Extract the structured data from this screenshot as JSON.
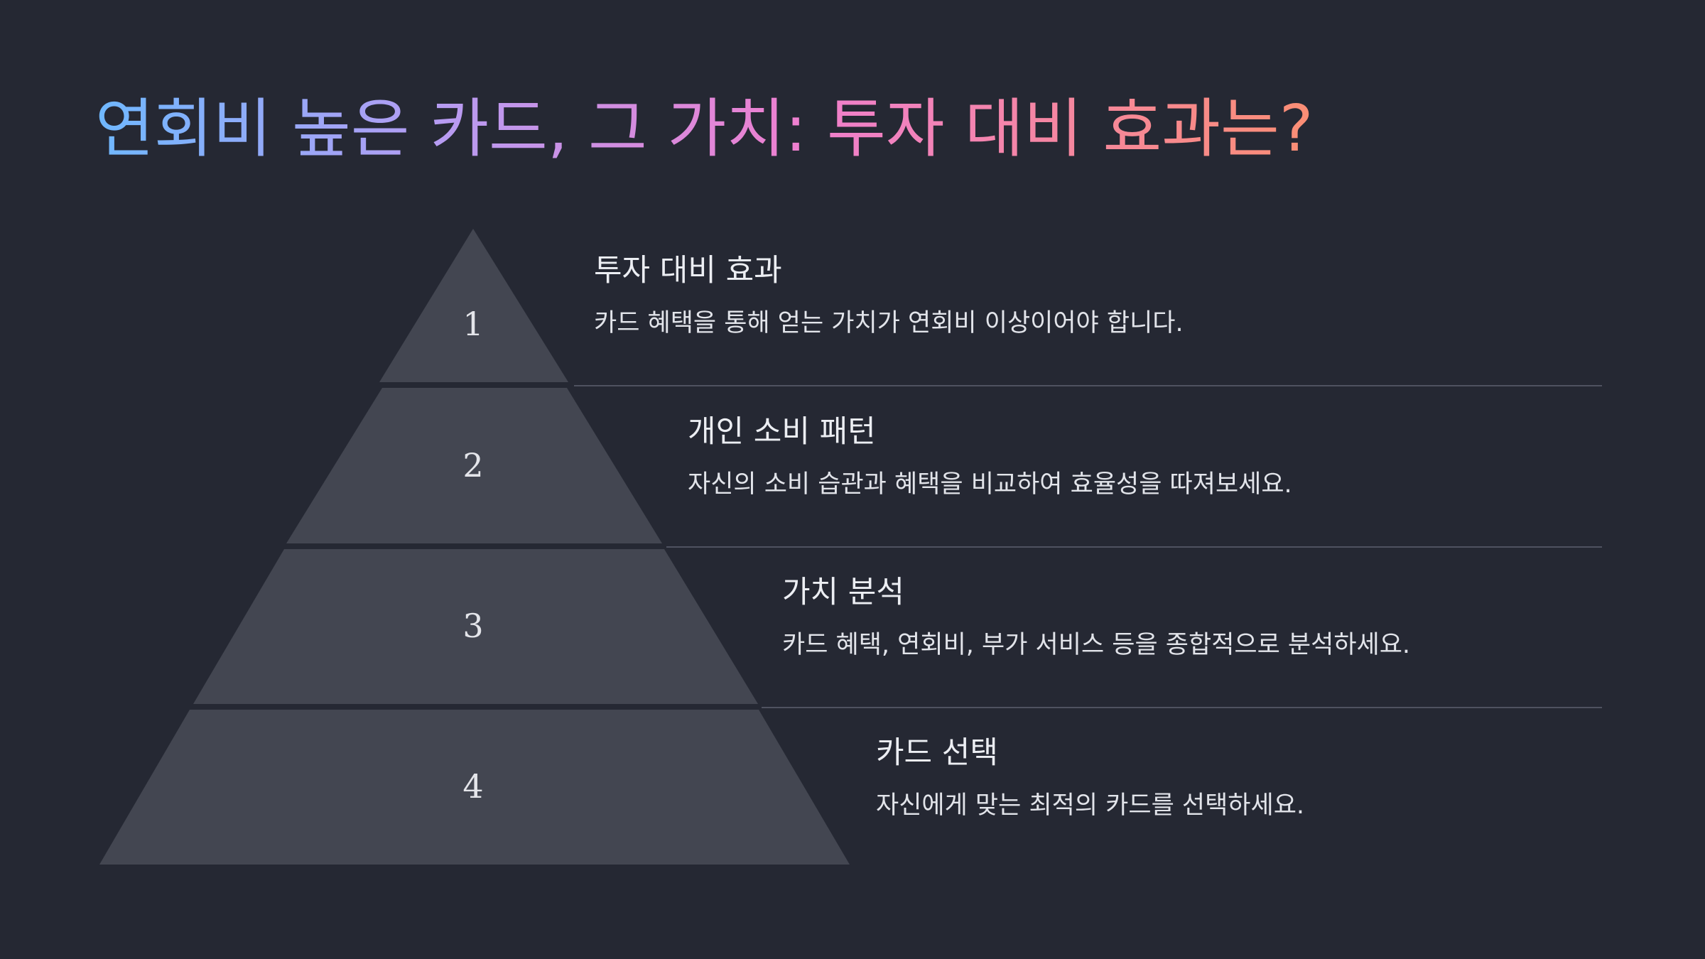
{
  "title": "연회비 높은 카드, 그 가치: 투자 대비 효과는?",
  "colors": {
    "background": "#252833",
    "pyramid_fill": "#434651",
    "divider": "#4f5260",
    "title_gradient": [
      "#6fb8ff",
      "#b69cf2",
      "#ef7fcf",
      "#fb8e74"
    ]
  },
  "pyramid": {
    "levels": [
      {
        "number": "1",
        "title": "투자 대비 효과",
        "description": "카드 혜택을 통해 얻는 가치가 연회비 이상이어야 합니다."
      },
      {
        "number": "2",
        "title": "개인 소비 패턴",
        "description": "자신의 소비 습관과 혜택을 비교하여 효율성을 따져보세요."
      },
      {
        "number": "3",
        "title": "가치 분석",
        "description": "카드 혜택, 연회비, 부가 서비스 등을 종합적으로 분석하세요."
      },
      {
        "number": "4",
        "title": "카드 선택",
        "description": "자신에게 맞는 최적의 카드를 선택하세요."
      }
    ]
  }
}
